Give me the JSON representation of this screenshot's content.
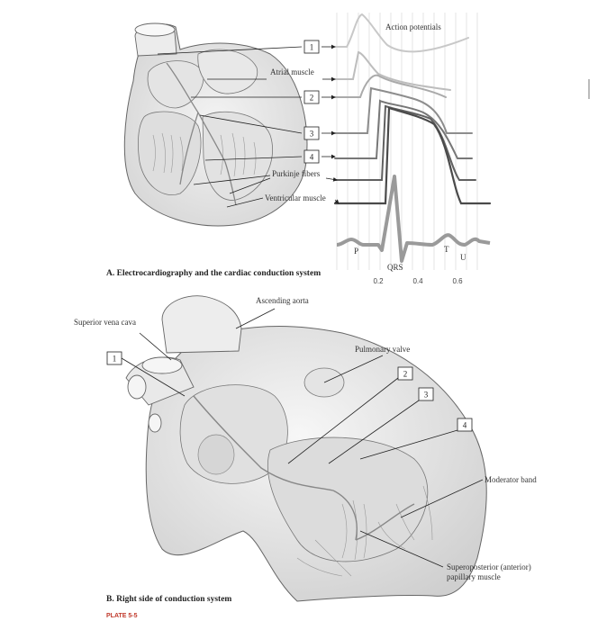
{
  "panel_a": {
    "caption": "A. Electrocardiography and the cardiac conduction system",
    "labels": {
      "action_potentials": "Action potentials",
      "atrial_muscle": "Atrial muscle",
      "purkinje_fibers": "Purkinje fibers",
      "ventricular_muscle": "Ventricular muscle"
    },
    "boxes": [
      "1",
      "2",
      "3",
      "4"
    ],
    "ecg": {
      "p": "P",
      "qrs": "QRS",
      "t": "T",
      "u": "U",
      "ticks": [
        "0.2",
        "0.4",
        "0.6"
      ]
    }
  },
  "panel_b": {
    "caption": "B. Right side of conduction system",
    "labels": {
      "superior_vena_cava": "Superior vena cava",
      "ascending_aorta": "Ascending aorta",
      "pulmonary_valve": "Pulmonary valve",
      "moderator_band": "Moderator band",
      "papillary_line1": "Superoposterior (anterior)",
      "papillary_line2": "papillary muscle"
    },
    "boxes": [
      "1",
      "2",
      "3",
      "4"
    ]
  },
  "plate": "PLATE 5-5",
  "colors": {
    "plate_label": "#c0392b",
    "trace_dark": "#555555",
    "trace_light": "#bbbbbb"
  }
}
